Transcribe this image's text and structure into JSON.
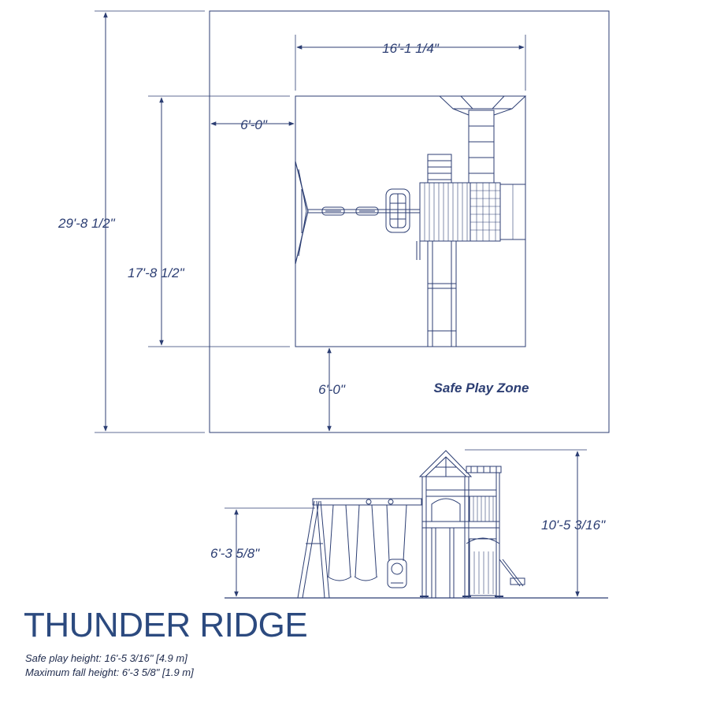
{
  "title": "THUNDER RIDGE",
  "specs": {
    "safe_play_height": "Safe play height: 16'-5 3/16\" [4.9 m]",
    "max_fall_height": "Maximum fall height: 6'-3 5/8\" [1.9 m]"
  },
  "plan": {
    "zone_label": "Safe Play Zone",
    "dimensions": {
      "overall_depth": "29'-8 1/2\"",
      "structure_depth": "17'-8 1/2\"",
      "structure_width": "16'-1 1/4\"",
      "left_clearance": "6'-0\"",
      "bottom_clearance": "6'-0\""
    }
  },
  "elevation": {
    "dimensions": {
      "fall_height": "6'-3 5/8\"",
      "total_height": "10'-5 3/16\""
    }
  },
  "colors": {
    "line": "#2c3e73",
    "text": "#2c3e73",
    "title": "#2c4a7f"
  }
}
